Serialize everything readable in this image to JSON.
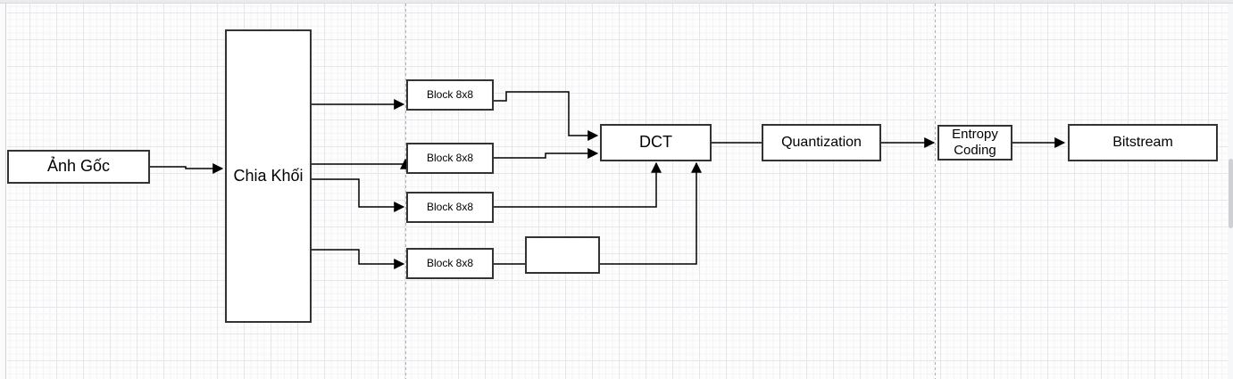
{
  "canvas": {
    "grid_minor_color": "#f4f4f6",
    "grid_major_color": "#e6e6ea",
    "background": "#fdfdfd",
    "page_divider_color": "#b0b0b3",
    "node_border_color": "#333333",
    "node_fill_color": "#ffffff",
    "connector_color": "#000000"
  },
  "nodes": {
    "anh_goc": {
      "label": "Ảnh Gốc"
    },
    "chia_khoi": {
      "label": "Chia Khối"
    },
    "block1": {
      "label": "Block 8x8"
    },
    "block2": {
      "label": "Block 8x8"
    },
    "block3": {
      "label": "Block 8x8"
    },
    "block4": {
      "label": "Block 8x8"
    },
    "buffer": {
      "label": ""
    },
    "dct": {
      "label": "DCT"
    },
    "quantization": {
      "label": "Quantization"
    },
    "entropy": {
      "label": "Entropy Coding"
    },
    "bitstream": {
      "label": "Bitstream"
    }
  },
  "edges": [
    {
      "from": "anh_goc",
      "to": "chia_khoi",
      "arrow": true
    },
    {
      "from": "chia_khoi",
      "to": "block1",
      "arrow": true
    },
    {
      "from": "chia_khoi",
      "to": "block2",
      "arrow": true
    },
    {
      "from": "chia_khoi",
      "to": "block3",
      "arrow": true
    },
    {
      "from": "chia_khoi",
      "to": "block4",
      "arrow": true
    },
    {
      "from": "block1",
      "to": "dct",
      "arrow": true
    },
    {
      "from": "block2",
      "to": "dct",
      "arrow": true
    },
    {
      "from": "block3",
      "to": "dct",
      "arrow": true
    },
    {
      "from": "block4",
      "to": "buffer",
      "arrow": false
    },
    {
      "from": "buffer",
      "to": "dct",
      "arrow": true
    },
    {
      "from": "dct",
      "to": "quantization",
      "arrow": false
    },
    {
      "from": "quantization",
      "to": "entropy",
      "arrow": true
    },
    {
      "from": "entropy",
      "to": "bitstream",
      "arrow": true
    }
  ]
}
